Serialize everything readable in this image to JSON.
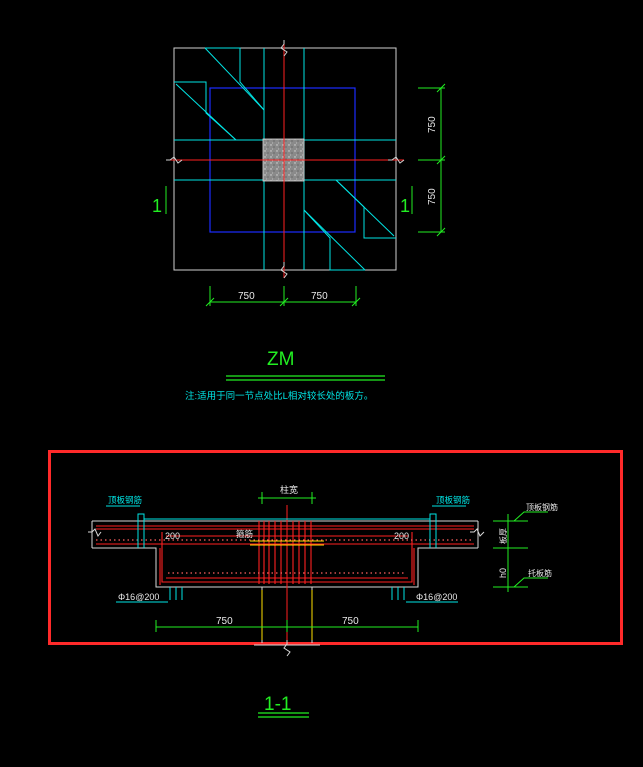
{
  "plan": {
    "dims_h": [
      "750",
      "750"
    ],
    "dims_v": [
      "750",
      "750"
    ],
    "section_mark": "1",
    "title": "ZM",
    "note": "注:适用于同一节点处比L相对较长处的板方。"
  },
  "section": {
    "col_width_label": "柱宽",
    "top_bar_left": "顶板钢筋",
    "top_bar_right": "顶板钢筋",
    "w200_left": "200",
    "w200_right": "200",
    "stirrup_label": "箍筋",
    "bar_left": "Φ16@200",
    "bar_right": "Φ16@200",
    "dims": [
      "750",
      "750"
    ],
    "legend_top": "顶板钢筋",
    "legend_mid": "板厚",
    "legend_h": "h0",
    "legend_bot": "托板筋",
    "title": "1-1"
  },
  "colors": {
    "outline": "#d0d0d0",
    "cyan": "#00e5e5",
    "blue": "#1a2cff",
    "red": "#ff2020",
    "green": "#22ee22",
    "yellow": "#ffe000",
    "highlight": "#ff2a2a"
  }
}
